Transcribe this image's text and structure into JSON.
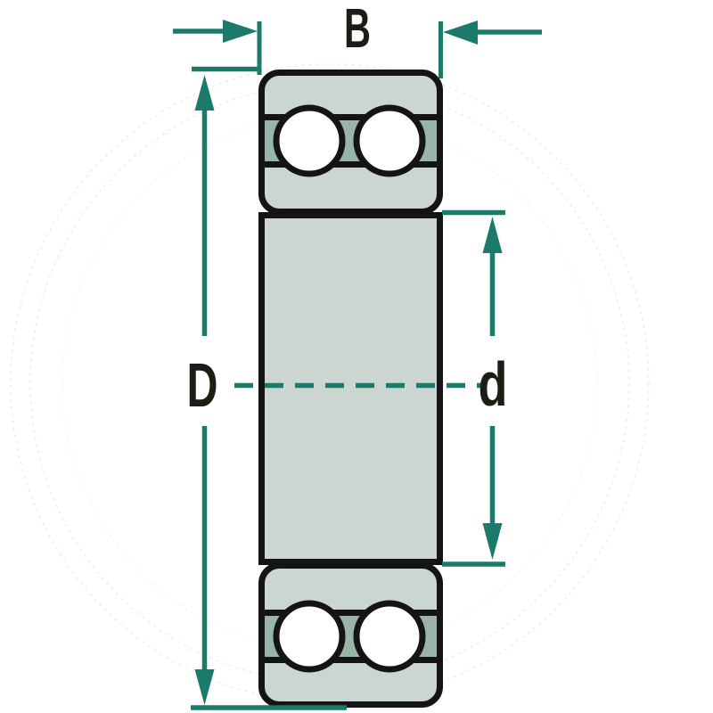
{
  "diagram": {
    "kind": "technical-drawing",
    "subject": "double-row ball bearing cross-section with dimension arrows"
  },
  "labels": {
    "width_dimension": "B",
    "outer_diameter_dimension": "D",
    "bore_diameter_dimension": "d"
  },
  "colors": {
    "background": "#ffffff",
    "outline": "#141414",
    "body-fill": "#ccd6d0",
    "cage-fill": "#99b5a7",
    "ball-fill": "#ffffff",
    "dimension": "#1b7a6a",
    "label-text": "#1d1d15",
    "watermark": "#e9ece9"
  }
}
